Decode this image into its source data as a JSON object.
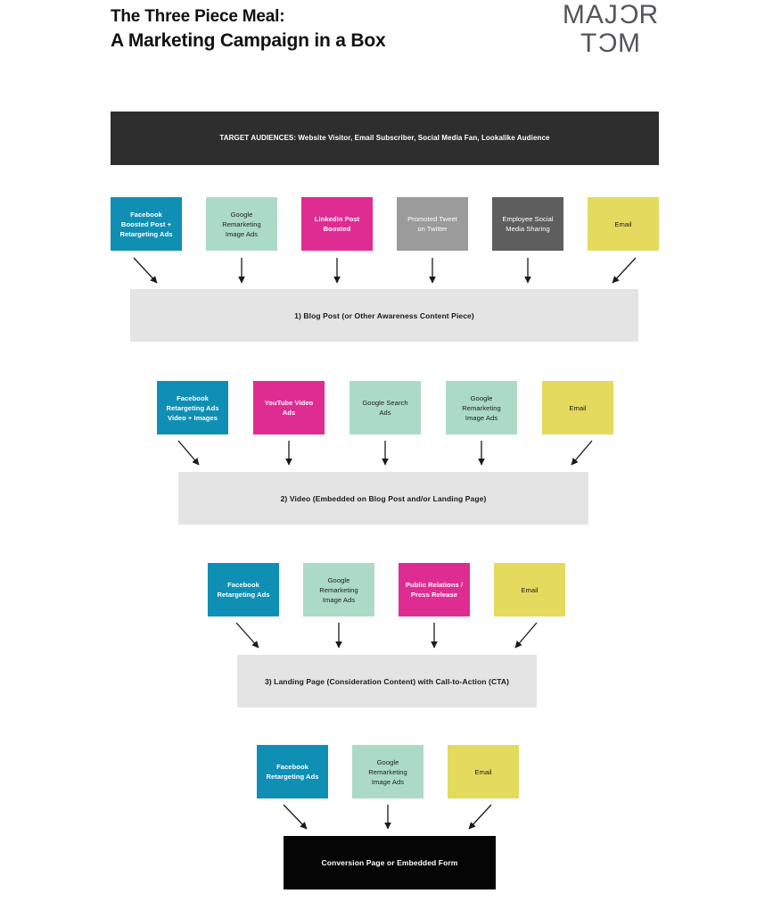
{
  "header": {
    "title_line1": "The Three Piece Meal:",
    "title_line2": "A Marketing Campaign in a Box",
    "logo_line1": "MAJOR",
    "logo_line2": "TOM"
  },
  "audience_bar": {
    "label": "TARGET AUDIENCES: Website Visitor, Email Subscriber, Social Media Fan, Lookalike Audience"
  },
  "colors": {
    "facebook_blue": "#108fb4",
    "google_green": "#abdbc6",
    "magenta": "#df2c92",
    "gray_light": "#9b9b9b",
    "gray_dark": "#5e5e5e",
    "email_yellow": "#e3da5e",
    "stage_gray": "#e4e4e4",
    "audience_dark": "#2e2e2e",
    "conversion_black": "#050505",
    "arrow": "#1a1a1a"
  },
  "sections": [
    {
      "id": "awareness",
      "channels": [
        {
          "label": "Facebook\nBoosted Post +\nRetargeting Ads",
          "color": "facebook"
        },
        {
          "label": "Google\nRemarketing\nImage Ads",
          "color": "google"
        },
        {
          "label": "LinkedIn Post\nBoosted",
          "color": "magenta"
        },
        {
          "label": "Promoted Tweet\non Twitter",
          "color": "graylight"
        },
        {
          "label": "Employee Social\nMedia Sharing",
          "color": "graydark"
        },
        {
          "label": "Email",
          "color": "email"
        }
      ],
      "stage_label": "1) Blog Post (or Other Awareness Content Piece)"
    },
    {
      "id": "video",
      "channels": [
        {
          "label": "Facebook\nRetargeting Ads\nVideo + Images",
          "color": "facebook"
        },
        {
          "label": "YouTube Video\nAds",
          "color": "magenta"
        },
        {
          "label": "Google Search\nAds",
          "color": "google"
        },
        {
          "label": "Google\nRemarketing\nImage Ads",
          "color": "google"
        },
        {
          "label": "Email",
          "color": "email"
        }
      ],
      "stage_label": "2) Video (Embedded on Blog Post and/or Landing Page)"
    },
    {
      "id": "landing-page",
      "channels": [
        {
          "label": "Facebook\nRetargeting Ads",
          "color": "facebook"
        },
        {
          "label": "Google\nRemarketing\nImage Ads",
          "color": "google"
        },
        {
          "label": "Public Relations /\nPress Release",
          "color": "magenta"
        },
        {
          "label": "Email",
          "color": "email"
        }
      ],
      "stage_label": "3) Landing Page (Consideration Content) with Call-to-Action (CTA)"
    },
    {
      "id": "conversion",
      "channels": [
        {
          "label": "Facebook\nRetargeting Ads",
          "color": "facebook"
        },
        {
          "label": "Google\nRemarketing\nImage Ads",
          "color": "google"
        },
        {
          "label": "Email",
          "color": "email"
        }
      ],
      "stage_label": "Conversion Page or Embedded Form"
    }
  ]
}
